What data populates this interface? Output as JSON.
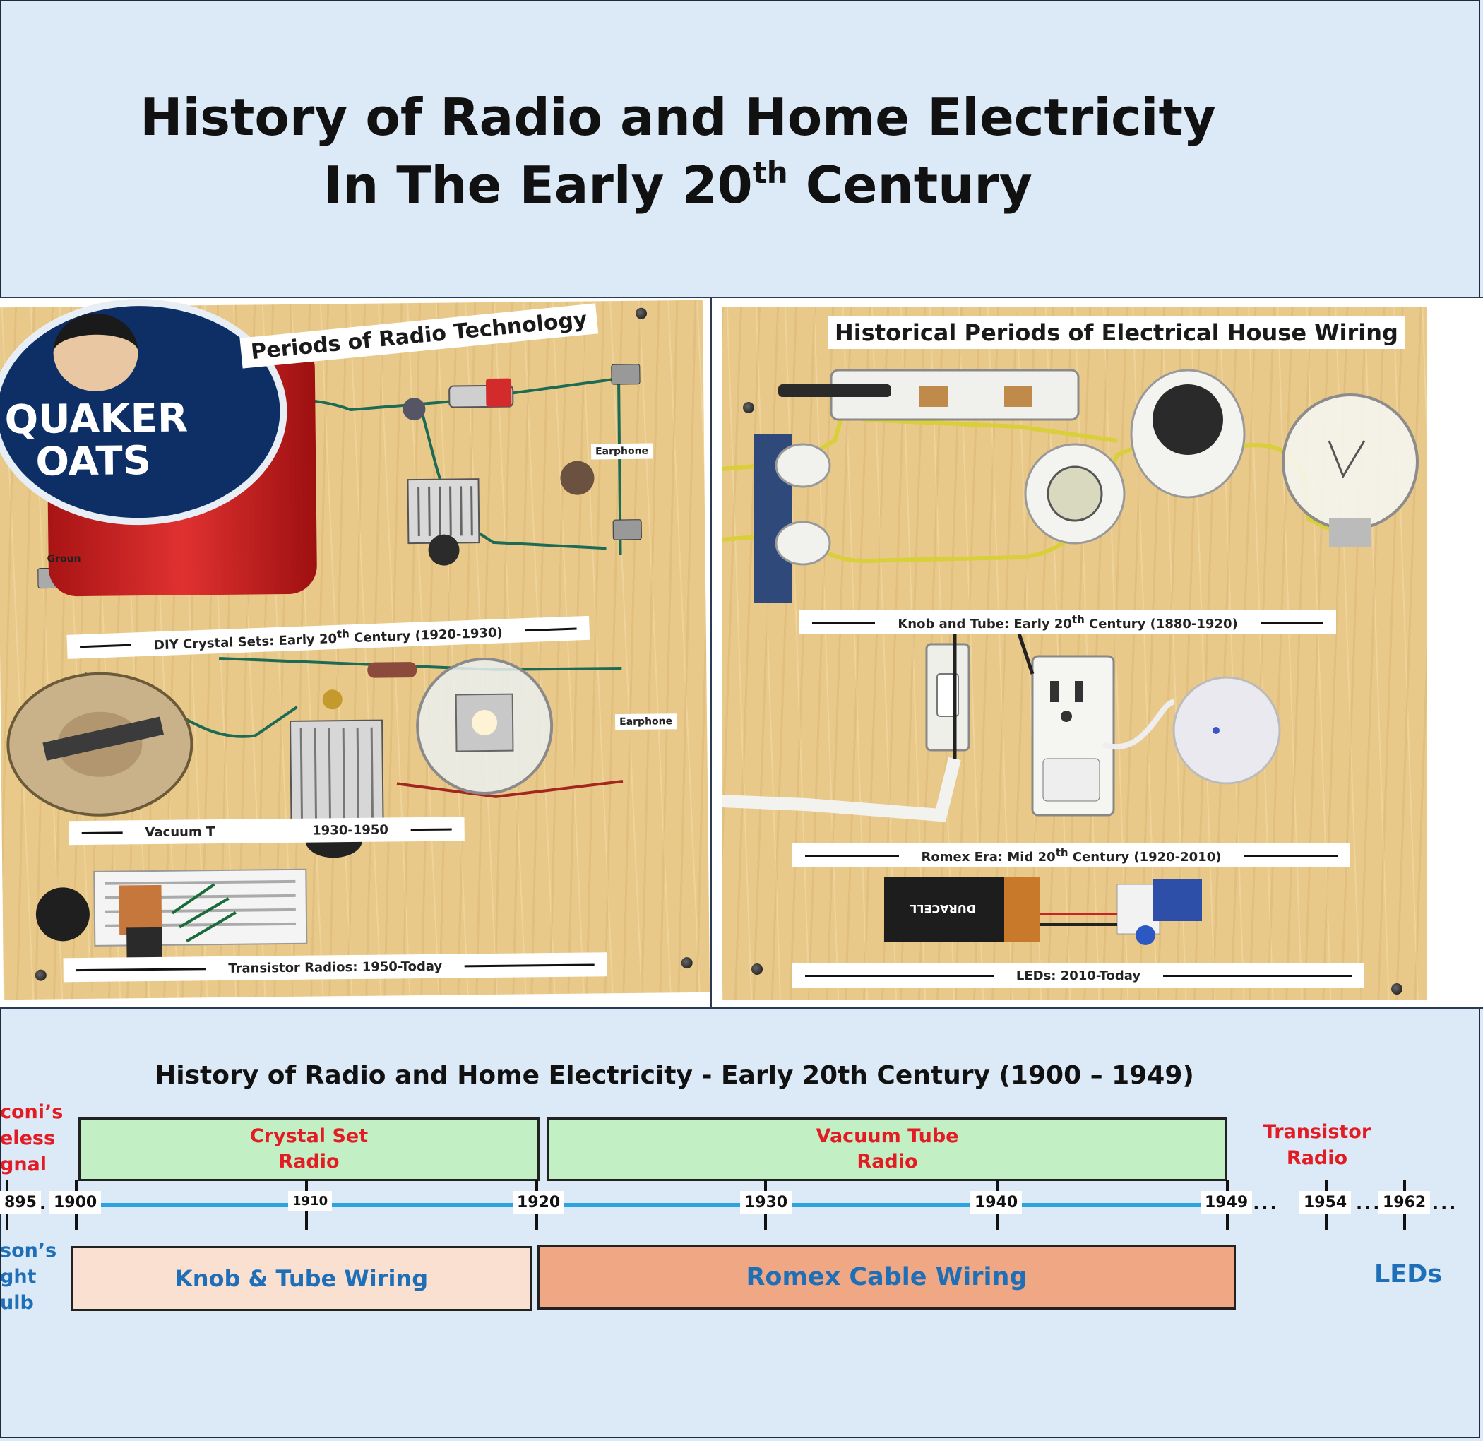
{
  "title": {
    "line1": "History of Radio and Home Electricity",
    "line2_pre": "In The Early 20",
    "line2_sup": "th",
    "line2_post": " Century"
  },
  "radio_board": {
    "heading": "Periods of Radio Technology",
    "can_brand_line1": "QUAKER",
    "can_brand_line2": "OATS",
    "earphone_top": "Earphone",
    "earphone_mid": "Earphone",
    "ground": "Groun",
    "crystal_label_pre": "DIY Crystal Sets: Early 20",
    "crystal_label_sup": "th",
    "crystal_label_post": " Century (1920-1930)",
    "vacuum_label_a": "Vacuum T",
    "vacuum_label_b": "1930-1950",
    "transistor_label": "Transistor Radios: 1950-Today"
  },
  "wiring_board": {
    "heading": "Historical Periods of Electrical House Wiring",
    "knob_label_pre": "Knob and Tube: Early 20",
    "knob_label_sup": "th",
    "knob_label_post": " Century (1880-1920)",
    "romex_label_pre": "Romex Era: Mid 20",
    "romex_label_sup": "th",
    "romex_label_post": " Century (1920-2010)",
    "led_label": "LEDs: 2010-Today",
    "battery_brand": "DURACELL"
  },
  "timeline": {
    "title": "History of Radio and Home Electricity - Early 20th Century (1900 – 1949)",
    "marconi": [
      "coni’s",
      "eless",
      "gnal"
    ],
    "edison": [
      "son’s",
      "ght",
      "ulb"
    ],
    "crystal": [
      "Crystal Set",
      "Radio"
    ],
    "vacuum": [
      "Vacuum Tube",
      "Radio"
    ],
    "transistor": [
      "Transistor",
      "Radio"
    ],
    "knob_tube": "Knob & Tube Wiring",
    "romex": "Romex Cable Wiring",
    "leds": "LEDs",
    "years": [
      "895",
      "1900",
      "1910",
      "1920",
      "1930",
      "1940",
      "1949",
      "1954",
      "1962"
    ]
  },
  "colors": {
    "background": "#dce9f6",
    "radio_box": "#c3efc4",
    "knob_box": "#f9e0d1",
    "romex_box": "#efa784",
    "red_text": "#e31b23",
    "blue_text": "#1f6fb8",
    "axis": "#2aa3e0"
  }
}
